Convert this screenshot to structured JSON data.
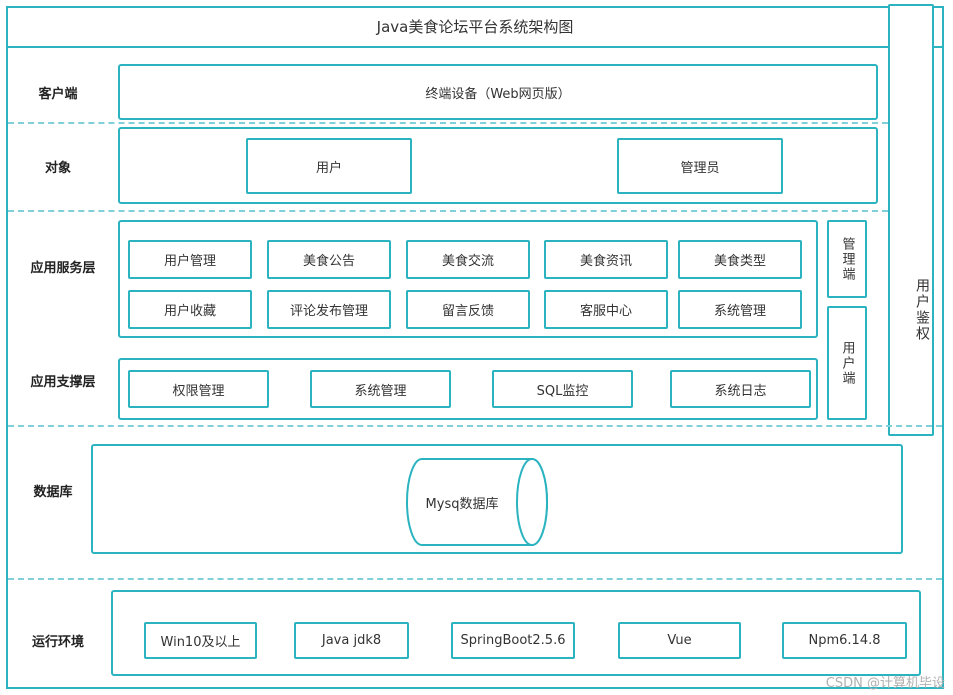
{
  "title": "Java美食论坛平台系统架构图",
  "rows": {
    "client": "客户端",
    "objects": "对象",
    "app_service": "应用服务层",
    "app_support": "应用支撑层",
    "database": "数据库",
    "runtime": "运行环境"
  },
  "client_box": "终端设备（Web网页版）",
  "objects_items": [
    "用户",
    "管理员"
  ],
  "service_items_row1": [
    "用户管理",
    "美食公告",
    "美食交流",
    "美食资讯",
    "美食类型"
  ],
  "service_items_row2": [
    "用户收藏",
    "评论发布管理",
    "留言反馈",
    "客服中心",
    "系统管理"
  ],
  "admin_side": "管理端",
  "user_side": "用户端",
  "support_items": [
    "权限管理",
    "系统管理",
    "SQL监控",
    "系统日志"
  ],
  "db_label": "Mysq数据库",
  "runtime_items": [
    "Win10及以上",
    "Java jdk8",
    "SpringBoot2.5.6",
    "Vue",
    "Npm6.14.8"
  ],
  "auth_label": "用户鉴权",
  "watermark": "CSDN @计算机毕设"
}
